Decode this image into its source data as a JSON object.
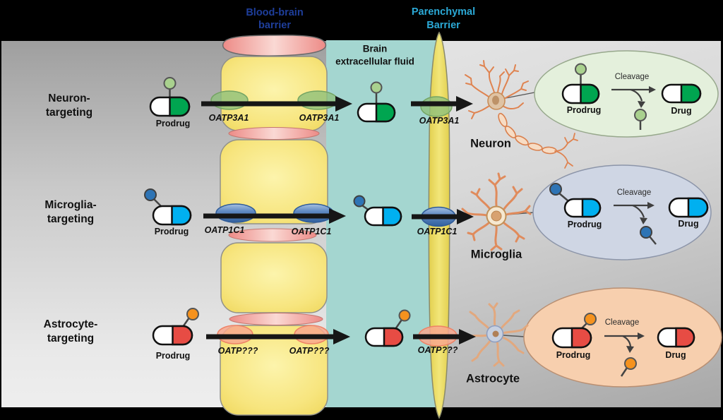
{
  "colors": {
    "neuron_green": "#00A550",
    "neuron_ligand_green": "#A9D18E",
    "microglia_cyan": "#00B0F0",
    "microglia_ligand_blue": "#2E74B5",
    "astrocyte_red": "#E74C44",
    "astrocyte_ligand_orange": "#F5921E",
    "neuron_oval_bg": "#E4F0DC",
    "microglia_oval_bg": "#CFD6E4",
    "astrocyte_oval_bg": "#F7CFAE",
    "bbb_label": "#1E3E9B",
    "parenchymal_label": "#2BA9D6",
    "ecf_teal": "#A4D6D0",
    "bbb_cell_yellow": "#F2DC62",
    "tight_junction_pink": "#ED8B87",
    "transporter_green": "#8FC07C",
    "transporter_blue": "#5F89C2",
    "transporter_orange": "#F8A88E"
  },
  "header": {
    "blood_brain_barrier": {
      "line1": "Blood-brain",
      "line2": "barrier"
    },
    "parenchymal_barrier": {
      "line1": "Parenchymal",
      "line2": "Barrier"
    },
    "brain_ecf": {
      "line1": "Brain",
      "line2": "extracellular fluid"
    }
  },
  "rows": [
    {
      "target_line1": "Neuron-",
      "target_line2": "targeting",
      "prodrug_label": "Prodrug",
      "transporter": "OATP3A1",
      "cell_label": "Neuron",
      "cleavage_label": "Cleavage",
      "oval_prodrug_label": "Prodrug",
      "drug_label": "Drug"
    },
    {
      "target_line1": "Microglia-",
      "target_line2": "targeting",
      "prodrug_label": "Prodrug",
      "transporter": "OATP1C1",
      "cell_label": "Microglia",
      "cleavage_label": "Cleavage",
      "oval_prodrug_label": "Prodrug",
      "drug_label": "Drug"
    },
    {
      "target_line1": "Astrocyte-",
      "target_line2": "targeting",
      "prodrug_label": "Prodrug",
      "transporter": "OATP???",
      "cell_label": "Astrocyte",
      "cleavage_label": "Cleavage",
      "oval_prodrug_label": "Prodrug",
      "drug_label": "Drug"
    }
  ]
}
